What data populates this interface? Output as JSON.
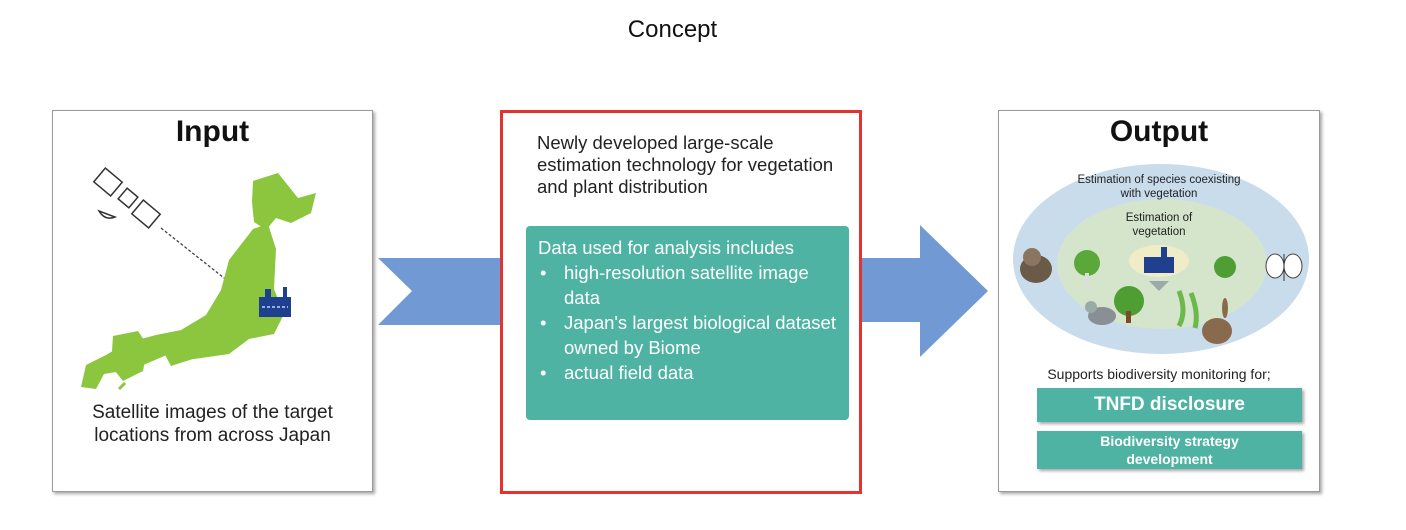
{
  "title": "Concept",
  "input": {
    "heading": "Input",
    "caption": "Satellite images of the target locations from across Japan"
  },
  "center": {
    "heading": "Newly developed large-scale estimation technology for vegetation and plant distribution",
    "data_intro": "Data used for analysis includes",
    "data_items": [
      "high-resolution satellite image data",
      "Japan's largest biological dataset owned by Biome",
      "actual field data"
    ]
  },
  "output": {
    "heading": "Output",
    "species_label": "Estimation of species coexisting with vegetation",
    "vegetation_label": "Estimation of vegetation",
    "supports_label": "Supports biodiversity monitoring for;",
    "buttons": [
      "TNFD disclosure",
      "Biodiversity strategy development"
    ]
  },
  "colors": {
    "teal": "#4fb3a4",
    "arrow": "#7199d3",
    "highlight": "#e2332e",
    "map": "#8cc63f"
  }
}
